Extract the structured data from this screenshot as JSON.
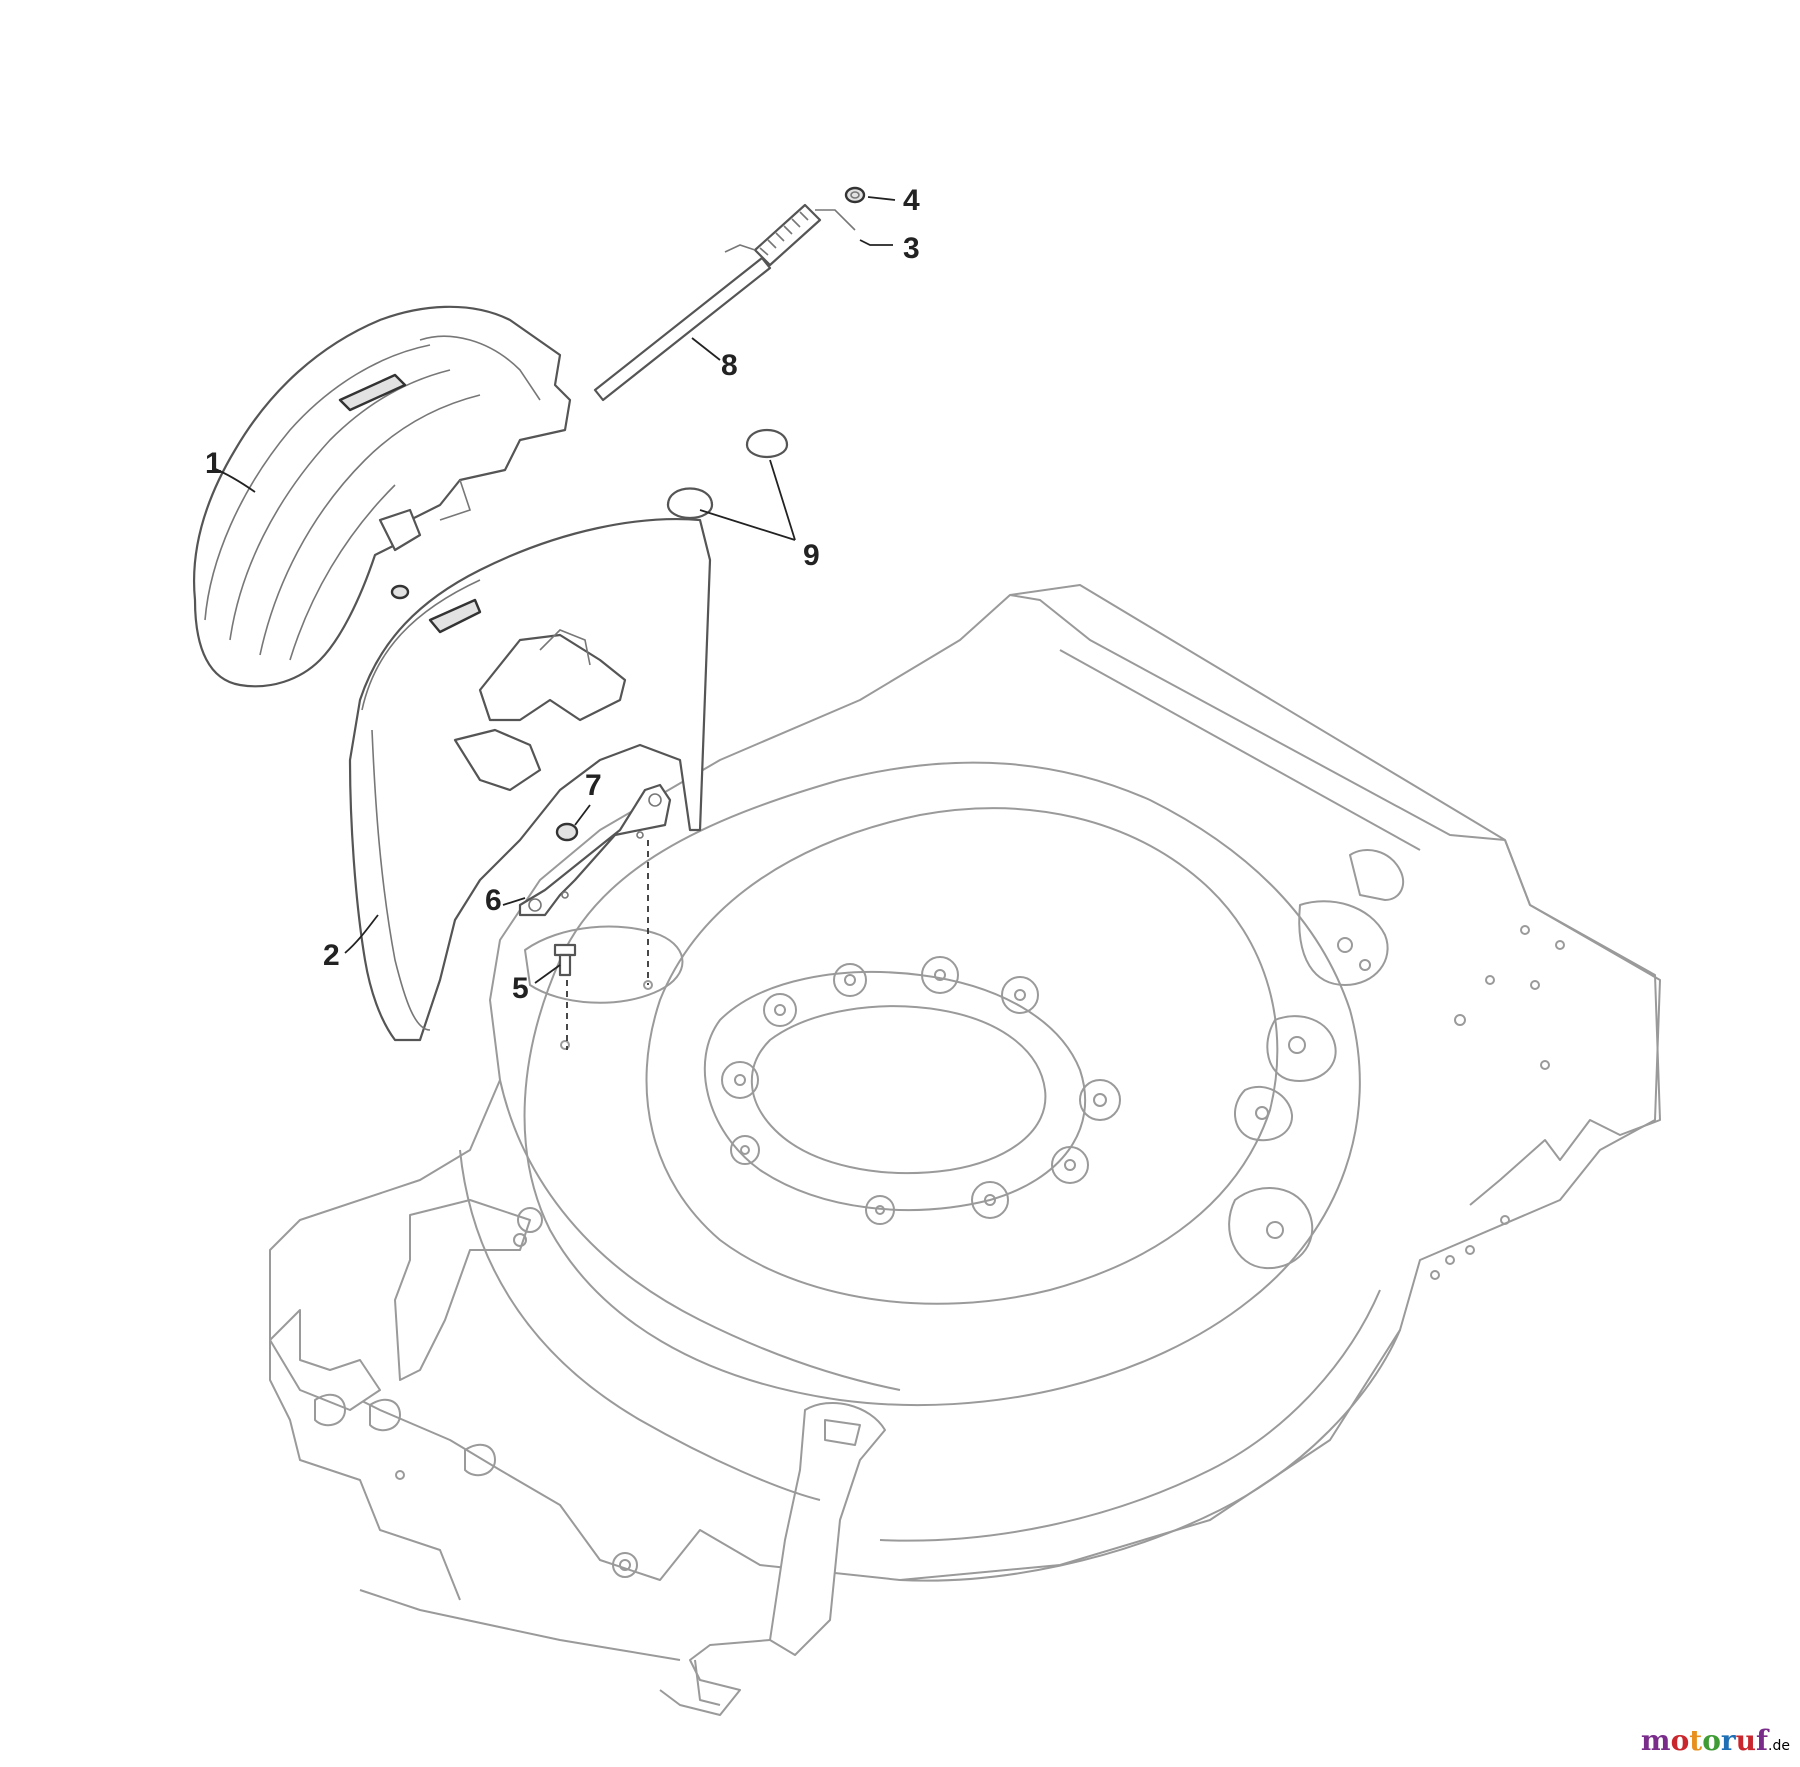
{
  "callouts": [
    {
      "id": "1",
      "label": "1"
    },
    {
      "id": "2",
      "label": "2"
    },
    {
      "id": "3",
      "label": "3"
    },
    {
      "id": "4",
      "label": "4"
    },
    {
      "id": "5",
      "label": "5"
    },
    {
      "id": "6",
      "label": "6"
    },
    {
      "id": "7",
      "label": "7"
    },
    {
      "id": "8",
      "label": "8"
    },
    {
      "id": "9",
      "label": "9"
    }
  ],
  "watermark": {
    "text": "motoruf",
    "suffix": ".de",
    "letter_colors": [
      "#7a2c8a",
      "#c9272d",
      "#e8901d",
      "#3f9c35",
      "#1f6fb5",
      "#c9272d",
      "#7a2c8a"
    ]
  }
}
